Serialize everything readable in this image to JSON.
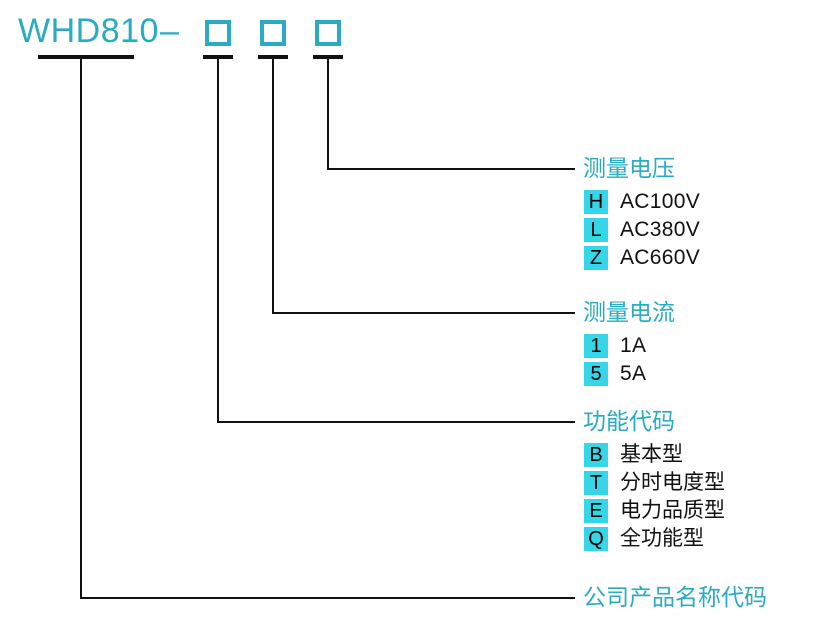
{
  "model": {
    "series": "WHD810",
    "separator": "–",
    "slot_count": 3
  },
  "groups": [
    {
      "id": "voltage",
      "title": "测量电压",
      "options": [
        {
          "code": "H",
          "label": "AC100V"
        },
        {
          "code": "L",
          "label": "AC380V"
        },
        {
          "code": "Z",
          "label": "AC660V"
        }
      ]
    },
    {
      "id": "current",
      "title": "测量电流",
      "options": [
        {
          "code": "1",
          "label": "1A"
        },
        {
          "code": "5",
          "label": "5A"
        }
      ]
    },
    {
      "id": "function",
      "title": "功能代码",
      "options": [
        {
          "code": "B",
          "label": "基本型"
        },
        {
          "code": "T",
          "label": "分时电度型"
        },
        {
          "code": "E",
          "label": "电力品质型"
        },
        {
          "code": "Q",
          "label": "全功能型"
        }
      ]
    }
  ],
  "footer": {
    "title": "公司产品名称代码"
  },
  "colors": {
    "accent": "#29abc4",
    "badge": "#35d6e8",
    "line": "#111111",
    "text": "#111111"
  }
}
